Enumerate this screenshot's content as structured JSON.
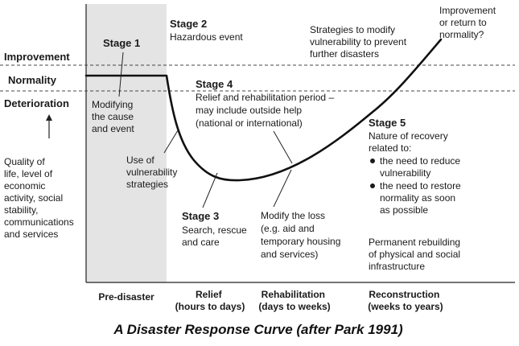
{
  "left_labels": {
    "improvement": "Improvement",
    "normality": "Normality",
    "deterioration": "Deterioration",
    "quality": [
      "Quality of",
      "life, level of",
      "economic",
      "activity, social",
      "stability,",
      "communications",
      "and services"
    ]
  },
  "stage1": {
    "title": "Stage 1",
    "desc": [
      "Modifying",
      "the cause",
      "and event"
    ]
  },
  "stage2": {
    "title": "Stage 2",
    "desc": "Hazardous event"
  },
  "vulnerability": [
    "Use of",
    "vulnerability",
    "strategies"
  ],
  "stage3": {
    "title": "Stage 3",
    "desc": [
      "Search, rescue",
      "and care"
    ]
  },
  "stage4": {
    "title": "Stage 4",
    "desc": [
      "Relief and rehabilitation period –",
      "may include outside help",
      "(national or international)"
    ]
  },
  "modify_loss": [
    "Modify the loss",
    "(e.g. aid and",
    "temporary housing",
    "and services)"
  ],
  "strategies_top": [
    "Strategies to modify",
    "vulnerability to prevent",
    "further disasters"
  ],
  "improvement_note": [
    "Improvement",
    "or return to",
    "normality?"
  ],
  "stage5": {
    "title": "Stage 5",
    "intro": [
      "Nature of recovery",
      "related to:"
    ],
    "bullets": [
      [
        "the need to reduce",
        "vulnerability"
      ],
      [
        "the need to restore",
        "normality as soon",
        "as possible"
      ]
    ]
  },
  "permanent": [
    "Permanent rebuilding",
    "of physical and social",
    "infrastructure"
  ],
  "x_labels": {
    "predisaster": "Pre-disaster",
    "relief": [
      "Relief",
      "(hours to days)"
    ],
    "rehabilitation": [
      "Rehabilitation",
      "(days to weeks)"
    ],
    "reconstruction": [
      "Reconstruction",
      "(weeks to years)"
    ]
  },
  "caption": "A Disaster Response Curve (after Park 1991)",
  "colors": {
    "shade": "#e4e4e4",
    "ink": "#1a1a1a"
  }
}
